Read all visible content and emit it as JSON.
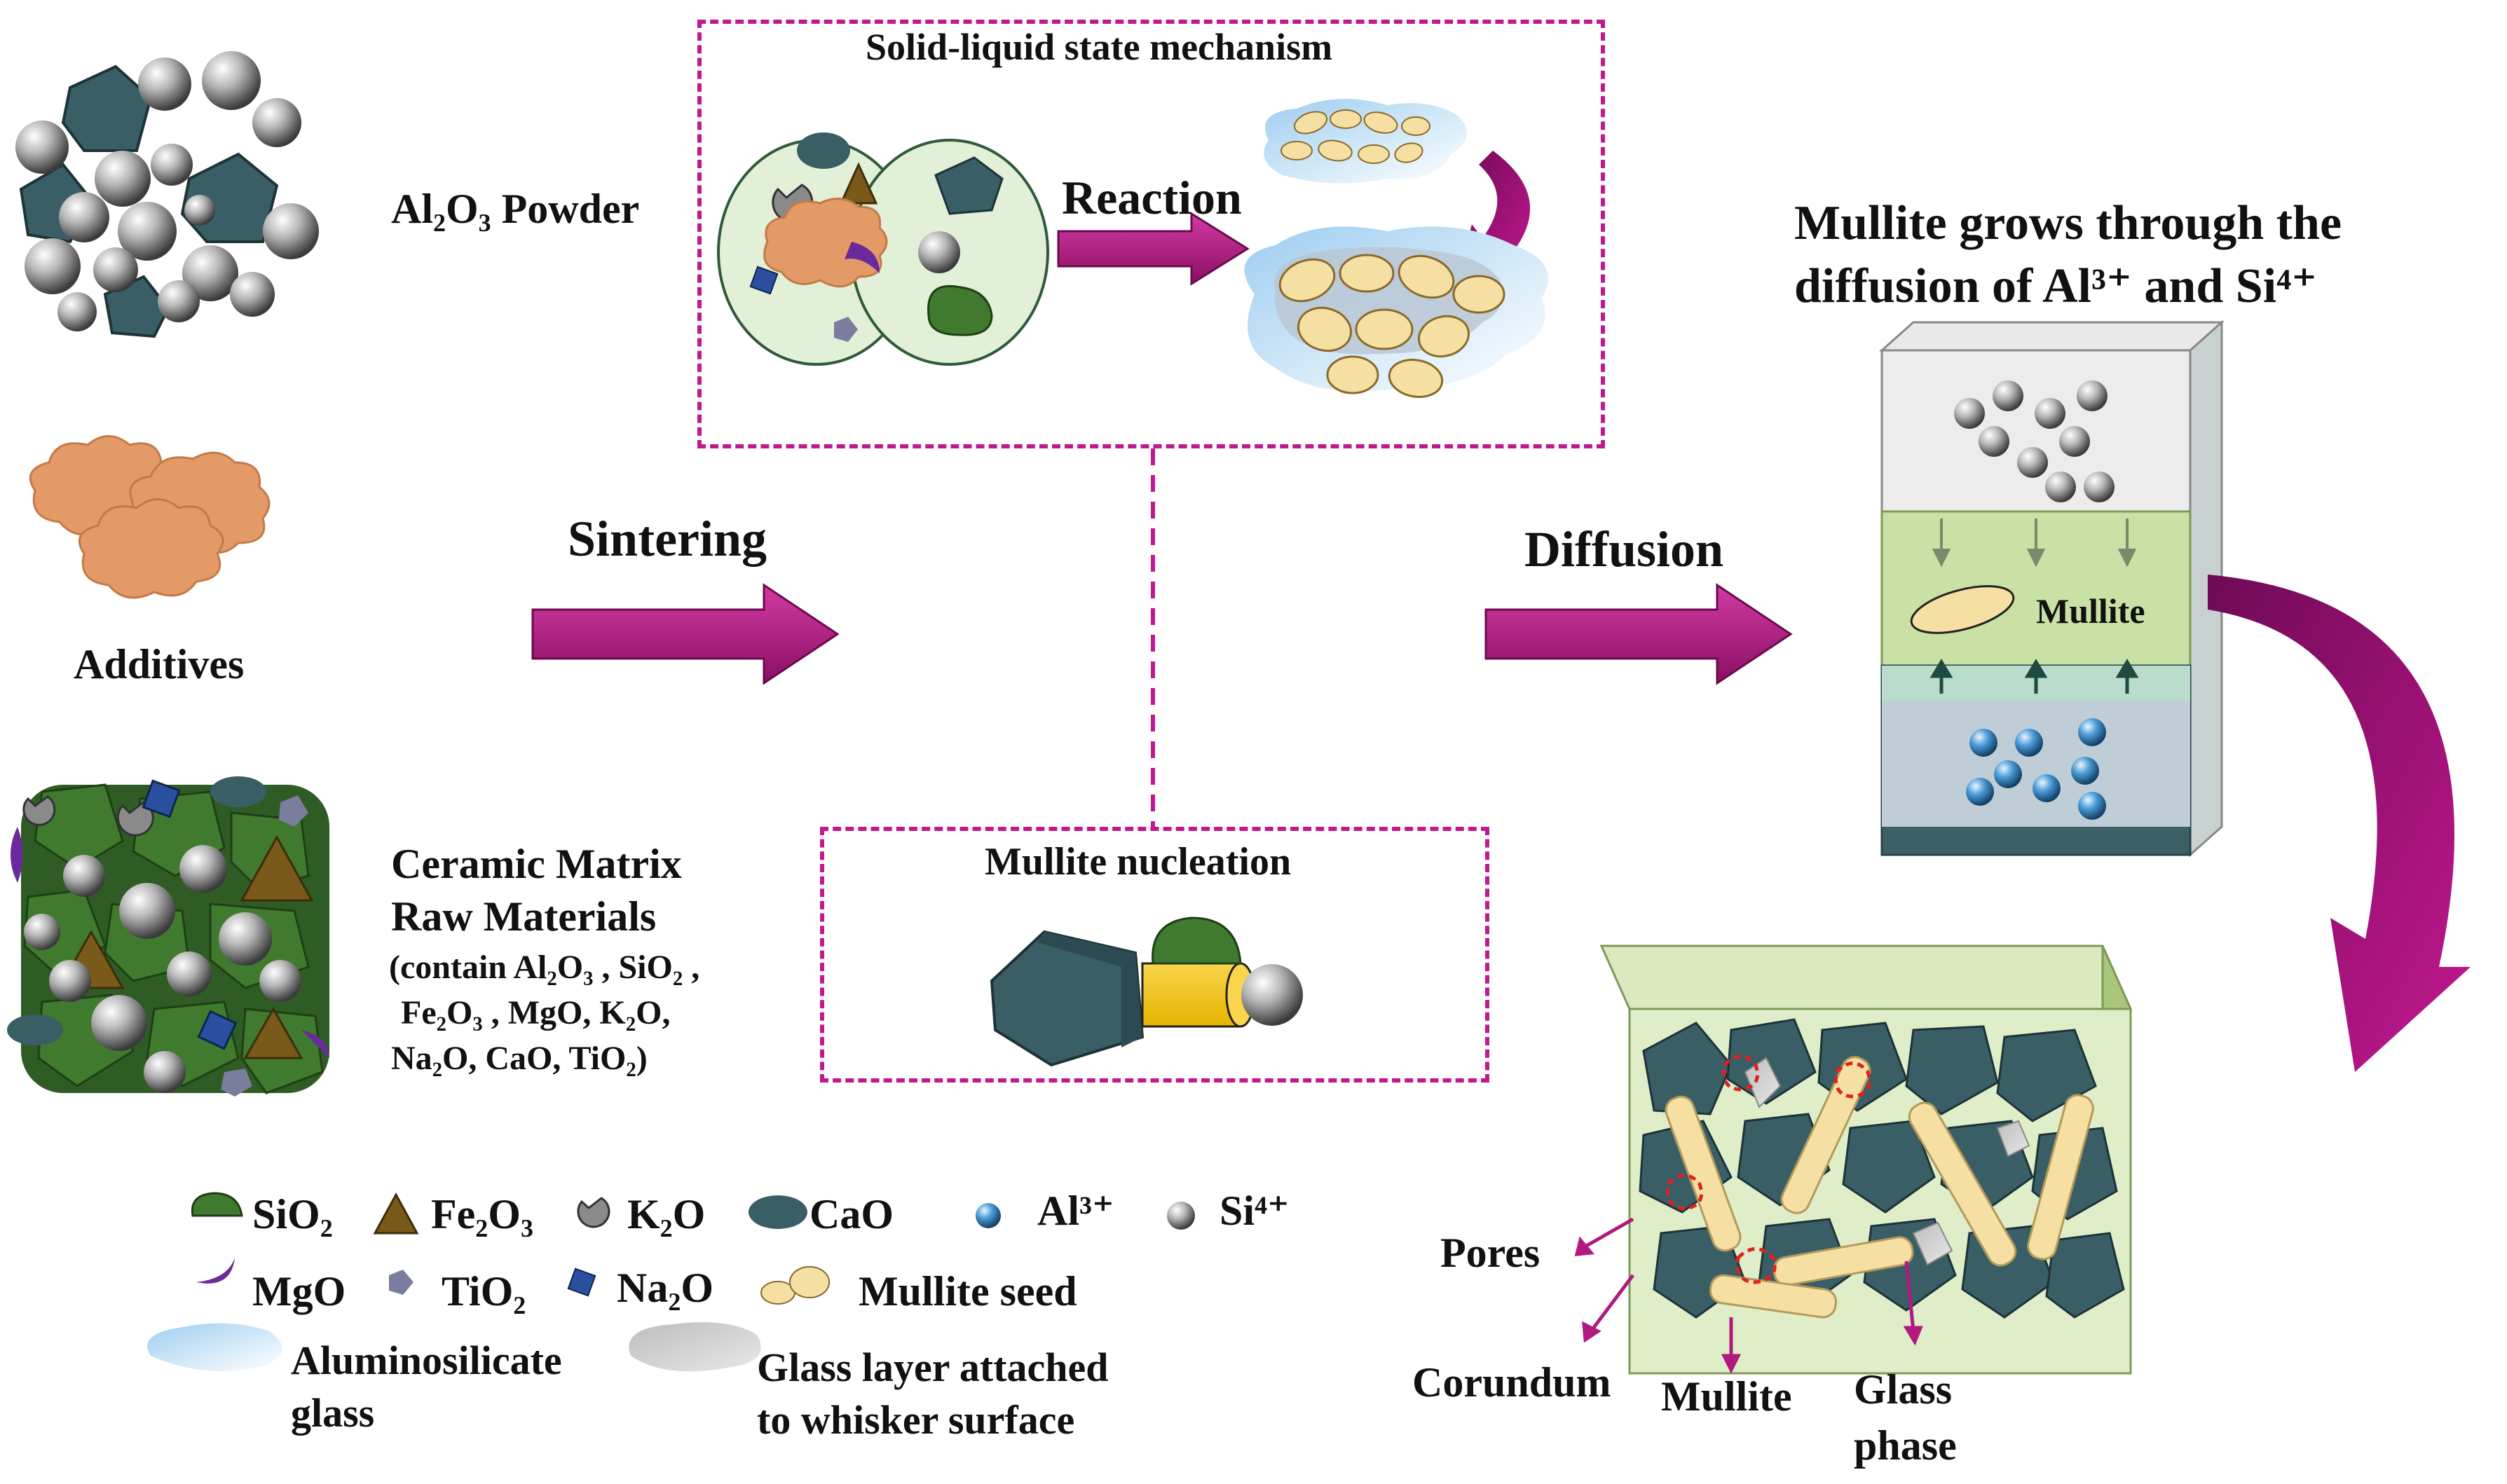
{
  "mechanism_box": {
    "title": "Solid-liquid state mechanism",
    "reaction": "Reaction"
  },
  "nucleation_box": {
    "title": "Mullite nucleation"
  },
  "inputs": {
    "al2o3_label": "Al₂O₃ Powder",
    "additives_label": "Additives",
    "ceramic_line1": "Ceramic Matrix",
    "ceramic_line2": "Raw Materials",
    "ceramic_contain1": "(contain Al₂O₃ , SiO₂ ,",
    "ceramic_contain2": "Fe₂O₃ , MgO, K₂O,",
    "ceramic_contain3": "Na₂O, CaO, TiO₂)"
  },
  "steps": {
    "sintering": "Sintering",
    "diffusion": "Diffusion"
  },
  "growth": {
    "title_line1": "Mullite grows through the",
    "title_line2": "diffusion of Al³⁺ and Si⁴⁺",
    "mullite_tag": "Mullite"
  },
  "product_labels": {
    "pores": "Pores",
    "corundum": "Corundum",
    "mullite": "Mullite",
    "glass1": "Glass",
    "glass2": "phase"
  },
  "legend": {
    "sio2": "SiO₂",
    "fe2o3": "Fe₂O₃",
    "k2o": "K₂O",
    "cao": "CaO",
    "al3": "Al³⁺",
    "si4": "Si⁴⁺",
    "mgo": "MgO",
    "tio2": "TiO₂",
    "na2o": "Na₂O",
    "mullite_seed": "Mullite seed",
    "alumino1": "Aluminosilicate",
    "alumino2": "glass",
    "glasslayer1": "Glass layer attached",
    "glasslayer2": "to whisker surface"
  },
  "colors": {
    "arrow": "#b0197f",
    "box_border": "#c2188f",
    "corundum": "#3a5e66",
    "sio2": "#3f7a2e",
    "fe2o3": "#7a5a1a",
    "mullite": "#f6dfa3",
    "glass": "#bcdcf2",
    "additive": "#e39a66"
  }
}
